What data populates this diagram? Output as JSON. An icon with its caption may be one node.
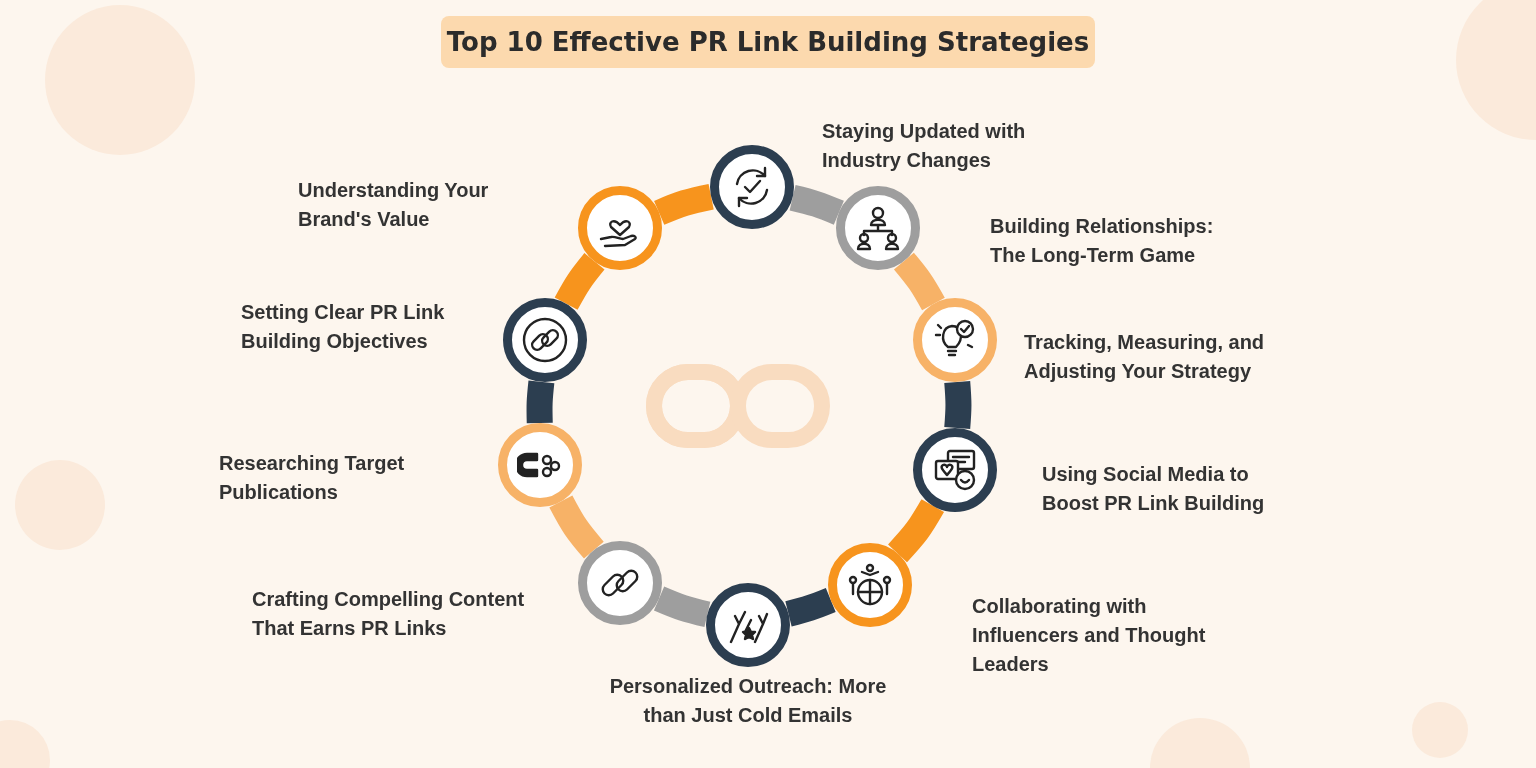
{
  "diagram": {
    "title": "Top 10 Effective PR Link Building Strategies",
    "nodes": [
      {
        "text": [],
        "shape": "circle"
      },
      {
        "text": [],
        "shape": "circle"
      },
      {
        "text": [],
        "shape": "circle"
      },
      {
        "text": [],
        "shape": "circle"
      },
      {
        "text": [],
        "shape": "circle"
      },
      {
        "text": [],
        "shape": "circle"
      },
      {
        "text": [],
        "shape": "circle"
      },
      {
        "text": [],
        "shape": "circle"
      },
      {
        "text": [],
        "shape": "circle"
      },
      {
        "text": [],
        "shape": "circle"
      }
    ],
    "edges": [
      {
        "from": 0,
        "to": 1,
        "arrow": "none",
        "color": "#f7941d"
      },
      {
        "from": 1,
        "to": 2,
        "arrow": "none",
        "color": "#2c3e50"
      },
      {
        "from": 2,
        "to": 3,
        "arrow": "none",
        "color": "#f7b267"
      },
      {
        "from": 3,
        "to": 4,
        "arrow": "none",
        "color": "#9e9e9e"
      },
      {
        "from": 4,
        "to": 5,
        "arrow": "none",
        "color": "#2c3e50"
      },
      {
        "from": 5,
        "to": 6,
        "arrow": "none",
        "color": "#f7941d"
      },
      {
        "from": 6,
        "to": 7,
        "arrow": "none",
        "color": "#2c3e50"
      },
      {
        "from": 7,
        "to": 8,
        "arrow": "none",
        "color": "#f7b267"
      },
      {
        "from": 8,
        "to": 9,
        "arrow": "none",
        "color": "#9e9e9e"
      },
      {
        "from": 9,
        "to": 0,
        "arrow": "none",
        "color": "#f7941d"
      }
    ],
    "labels": [
      "Staying Updated with Industry Changes",
      "Understanding Your Brand's Value",
      "Building Relationships: The Long-Term Game",
      "Setting Clear PR Link Building Objectives",
      "Tracking, Measuring, and Adjusting Your Strategy",
      "Researching Target Publications",
      "Using Social Media to Boost PR Link Building",
      "Crafting Compelling Content That Earns PR Links",
      "Collaborating with Influencers and Thought Leaders",
      "Personalized Outreach: More than Just Cold Emails"
    ]
  }
}
